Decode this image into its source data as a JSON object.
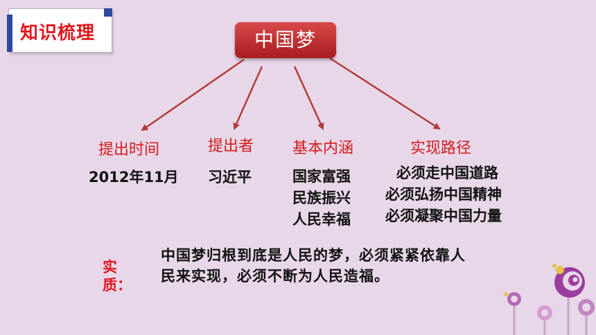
{
  "tag": {
    "title": "知识梳理"
  },
  "center": {
    "label": "中国梦"
  },
  "branches": [
    {
      "label": "提出时间",
      "details": [
        "2012年11月"
      ]
    },
    {
      "label": "提出者",
      "details": [
        "习近平"
      ]
    },
    {
      "label": "基本内涵",
      "details": [
        "国家富强",
        "民族振兴",
        "人民幸福"
      ]
    },
    {
      "label": "实现路径",
      "details": [
        "必须走中国道路",
        "必须弘扬中国精神",
        "必须凝聚中国力量"
      ]
    }
  ],
  "essence": {
    "label": "实质：",
    "text": "中国梦归根到底是人民的梦，必须紧紧依靠人民来实现，必须不断为人民造福。"
  },
  "colors": {
    "background": "#e8d7e8",
    "accent_red": "#d21c1c",
    "node_red": "#b82226",
    "arrow": "#b23a3a",
    "tag_blue": "#2e4aa0"
  }
}
